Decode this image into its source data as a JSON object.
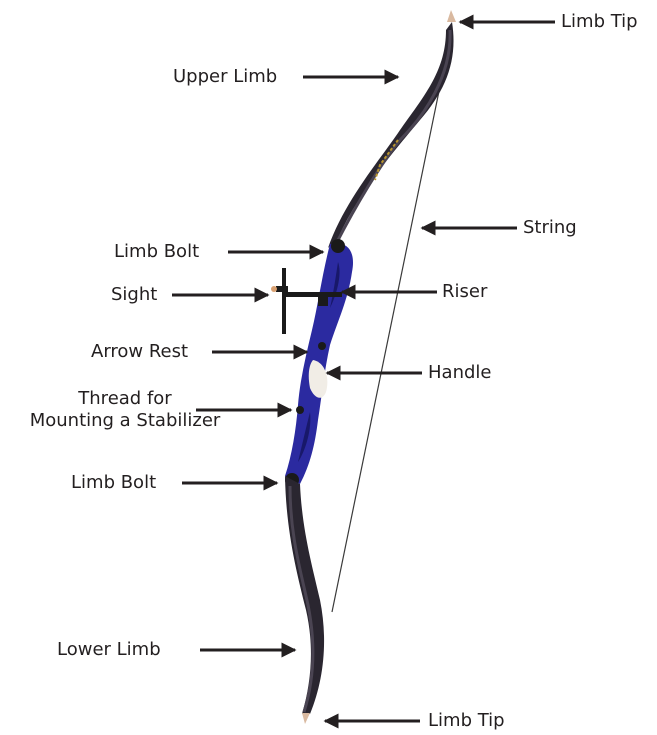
{
  "colors": {
    "limb": "#2a2630",
    "limb_highlight": "#4a4452",
    "riser": "#2b2aa0",
    "riser_dark": "#18186a",
    "handle_grip": "#f1ede6",
    "string": "#3a3a3a",
    "arrow": "#231f20",
    "label_text": "#231f20",
    "limb_tip": "#d9b9a0",
    "limb_text": "#b8952e"
  },
  "labels": {
    "limb_tip_top": "Limb Tip",
    "upper_limb": "Upper Limb",
    "string": "String",
    "limb_bolt_upper": "Limb Bolt",
    "sight": "Sight",
    "riser": "Riser",
    "arrow_rest": "Arrow Rest",
    "handle": "Handle",
    "thread_line1": "Thread for",
    "thread_line2": "Mounting a Stabilizer",
    "limb_bolt_lower": "Limb Bolt",
    "lower_limb": "Lower Limb",
    "limb_tip_bottom": "Limb Tip"
  }
}
